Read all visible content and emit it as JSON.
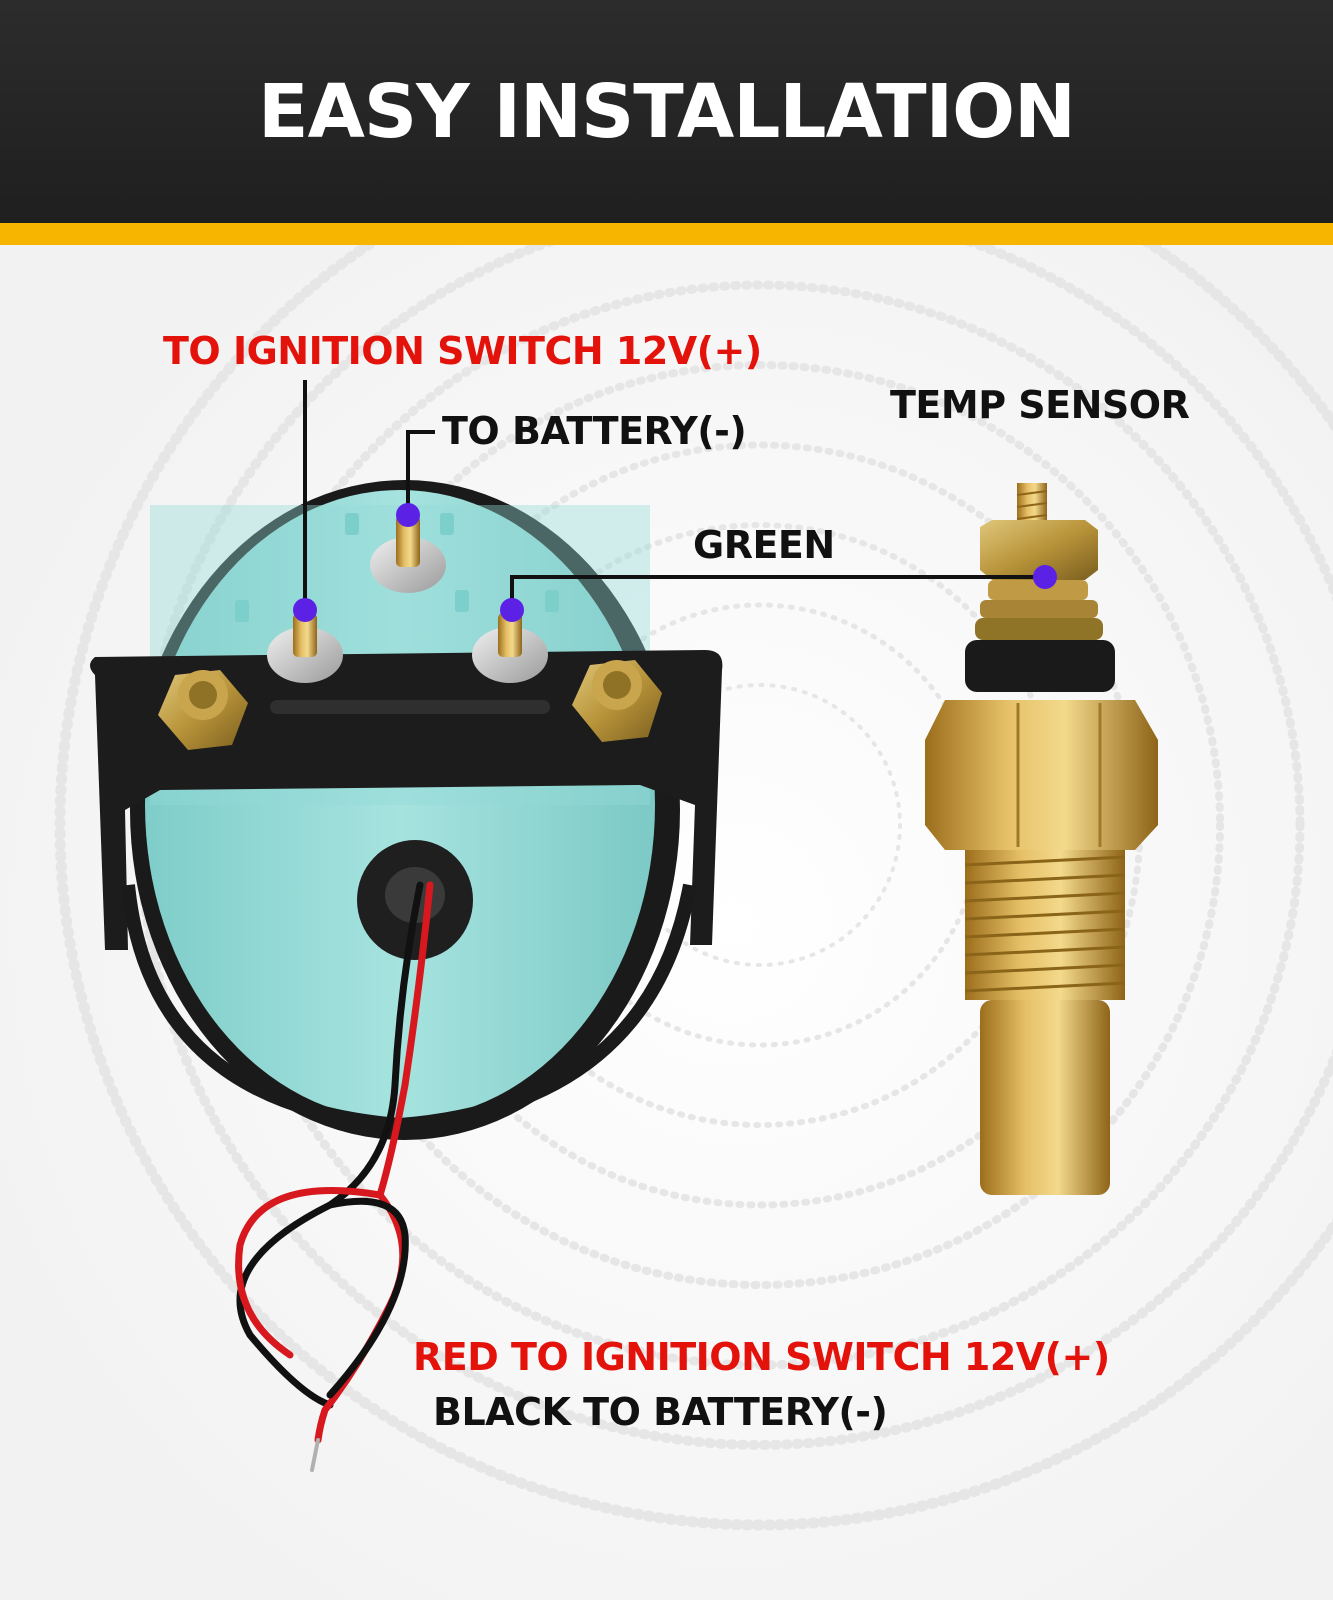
{
  "header": {
    "title": "EASY INSTALLATION"
  },
  "labels": {
    "ignition_top": "TO IGNITION SWITCH 12V(+)",
    "battery_top": "TO BATTERY(-)",
    "temp_sensor": "TEMP SENSOR",
    "green": "GREEN",
    "red_wire": "RED TO IGNITION SWITCH 12V(+)",
    "black_wire": "BLACK TO BATTERY(-)"
  },
  "colors": {
    "header_bg": "#262626",
    "accent_stripe": "#f7b500",
    "warning_red": "#e3120b",
    "text_black": "#111111",
    "gauge_body": "#93dad6",
    "brass": "#c99a3a",
    "marker": "#5b22e6"
  },
  "icons": [
    "gauge-icon",
    "temp-sensor-icon",
    "terminal-marker-icon"
  ]
}
